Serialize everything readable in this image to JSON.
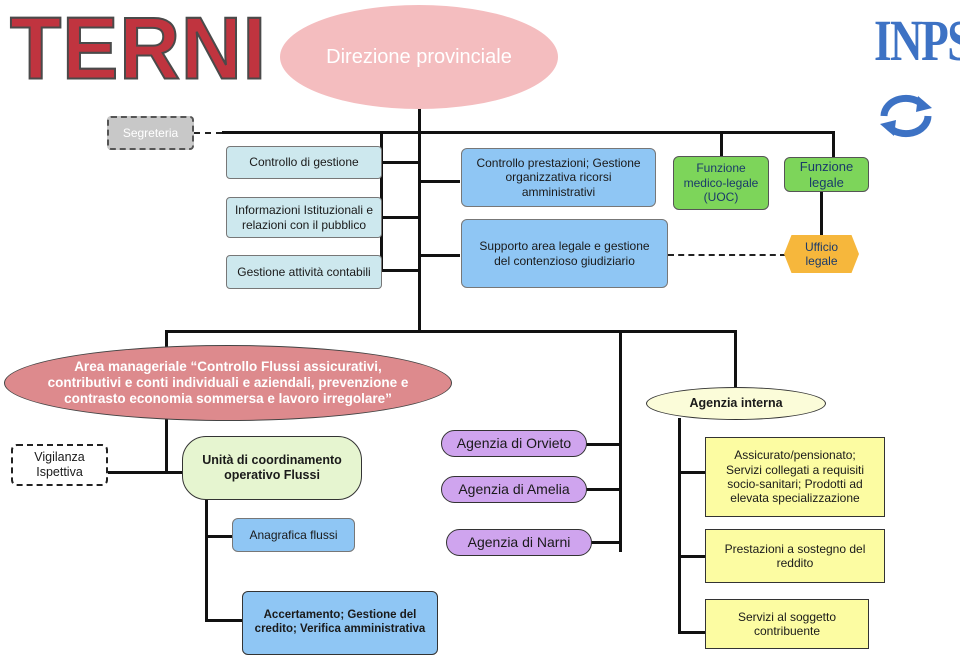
{
  "logos": {
    "left": "TERNI",
    "right": "INPS",
    "right_emblem": "circular-arrows-icon"
  },
  "colors": {
    "line": "#111111",
    "pink": "#f4bdbf",
    "red_ellipse": "#dd8a8d",
    "light_blue": "#cde8ee",
    "blue": "#8fc6f4",
    "green": "#7dd55a",
    "orange": "#f6b73c",
    "violet": "#cfa4ee",
    "yellow": "#fcfca2",
    "light_green": "#e6f5d0"
  },
  "top": {
    "direzione": "Direzione provinciale",
    "segreteria": "Segreteria"
  },
  "staff": {
    "controllo_gestione": "Controllo di gestione",
    "informazioni": "Informazioni Istituzionali e relazioni con il pubblico",
    "gestione_contabili": "Gestione attività contabili"
  },
  "center": {
    "controllo_prestazioni": "Controllo prestazioni; Gestione organizzativa ricorsi amministrativi",
    "supporto": "Supporto area legale e gestione del contenzioso giudiziario"
  },
  "right": {
    "medico_legale": "Funzione medico-legale (UOC)",
    "funzione_legale": "Funzione legale",
    "ufficio_legale": "Ufficio legale"
  },
  "area": {
    "manageriale": "Area manageriale “Controllo Flussi assicurativi, contributivi e conti individuali e aziendali, prevenzione e contrasto economia sommersa e lavoro irregolare”",
    "agenzia_interna": "Agenzia interna"
  },
  "lower_left": {
    "vigilanza": "Vigilanza Ispettiva",
    "unita": "Unità di coordinamento operativo Flussi",
    "anagrafica": "Anagrafica flussi",
    "accertamento": "Accertamento; Gestione del credito; Verifica amministrativa"
  },
  "agencies": {
    "orvieto": "Agenzia di Orvieto",
    "amelia": "Agenzia di Amelia",
    "narni": "Agenzia di Narni"
  },
  "lower_right": {
    "assicurato": "Assicurato/pensionato; Servizi collegati a requisiti socio-sanitari; Prodotti ad elevata specializzazione",
    "prestazioni": "Prestazioni a sostegno del reddito",
    "servizi": "Servizi al soggetto contribuente"
  }
}
